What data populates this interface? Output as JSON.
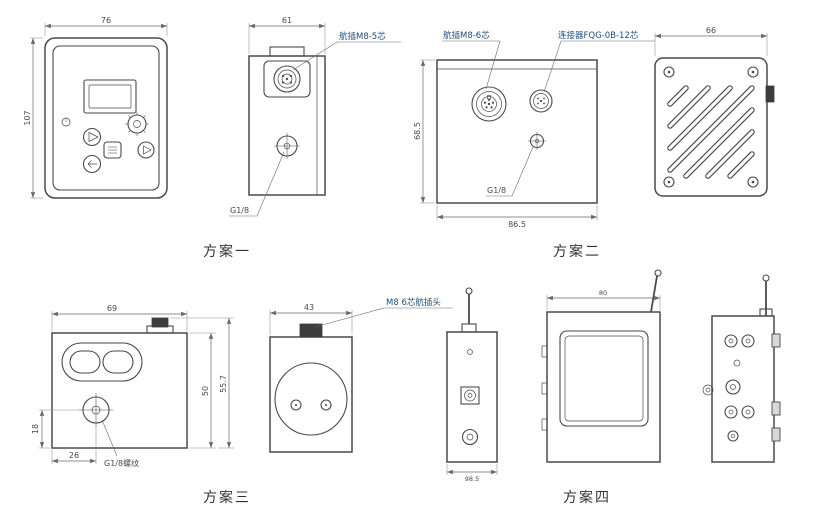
{
  "drawing": {
    "background": "#ffffff",
    "line_color": "#4a4a4a",
    "callout_color": "#1f4e79"
  },
  "proposals": {
    "one": {
      "label": "方案一",
      "front": {
        "width": "76",
        "height": "107"
      },
      "side": {
        "width": "61",
        "connector": "航插M8-5芯",
        "port": "G1/8"
      }
    },
    "two": {
      "label": "方案二",
      "front": {
        "connector1": "航插M8-6芯",
        "connector2": "连接器FQG-0B-12芯",
        "height": "68.5",
        "width": "86.5",
        "port": "G1/8"
      },
      "side": {
        "width": "66"
      }
    },
    "three": {
      "label": "方案三",
      "front": {
        "width": "69",
        "port_offset_vertical": "18",
        "port_offset_horizontal": "26",
        "thread": "G1/8螺纹",
        "height": "50",
        "total_height": "55.7"
      },
      "side": {
        "width": "43",
        "connector": "M8 6芯航插头"
      }
    },
    "four": {
      "label": "方案四",
      "left_view": {
        "bottom_dim": "98.5"
      },
      "front_view": {
        "top_dim": "80"
      }
    }
  }
}
